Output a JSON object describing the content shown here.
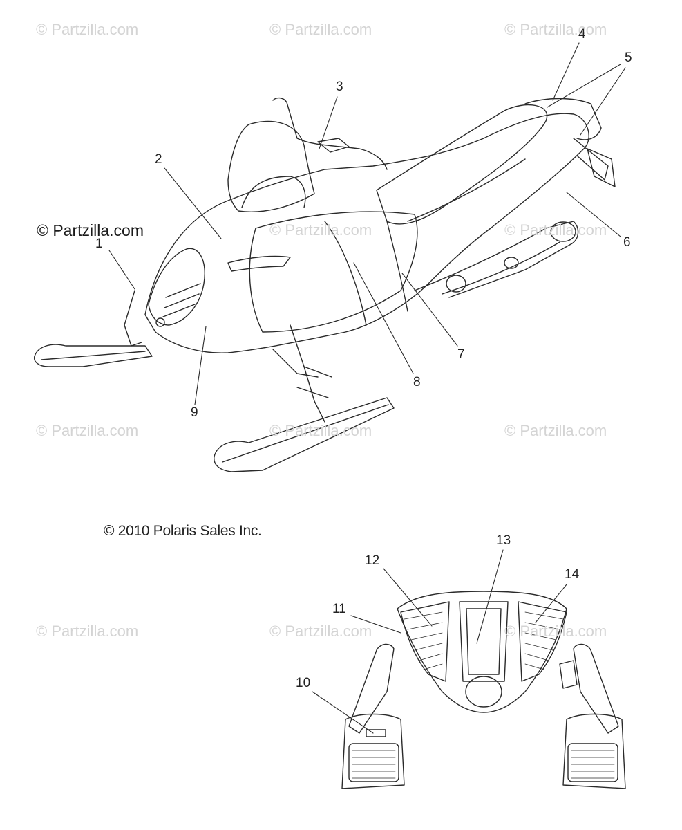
{
  "watermark_text": "© Partzilla.com",
  "copyright": "© 2010 Polaris Sales Inc.",
  "callouts": [
    "1",
    "2",
    "3",
    "4",
    "5",
    "6",
    "7",
    "8",
    "9",
    "10",
    "11",
    "12",
    "13",
    "14"
  ],
  "colors": {
    "line": "#2a2a2a",
    "watermark": "#d4d4d4"
  }
}
